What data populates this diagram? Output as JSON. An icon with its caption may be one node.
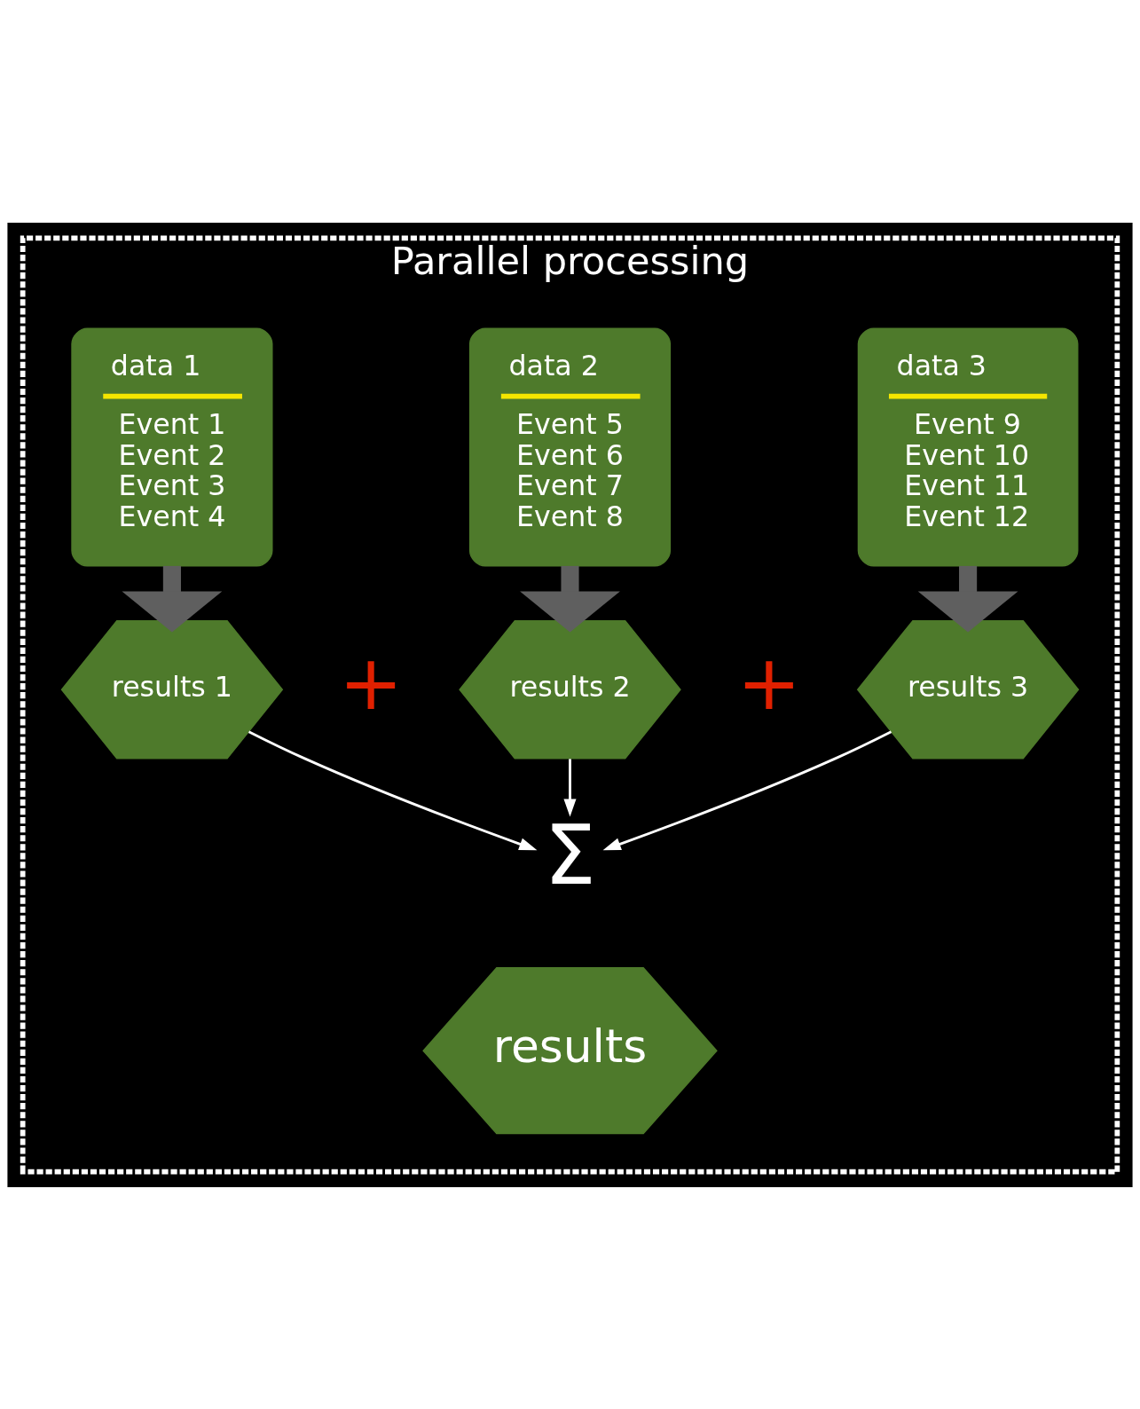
{
  "diagram": {
    "nodes": [
      {
        "text": [
          "Parallel processing"
        ]
      },
      {
        "text": [
          "data 1",
          "Event 1",
          "Event 2",
          "Event 3",
          "Event 4"
        ],
        "in": 0
      },
      {
        "text": [
          "data 2",
          "Event 5",
          "Event 6",
          "Event 7",
          "Event 8"
        ],
        "in": 0
      },
      {
        "text": [
          "data 3",
          "Event 9",
          "Event 10",
          "Event 11",
          "Event 12"
        ],
        "in": 0
      },
      {
        "text": [
          "results 1"
        ],
        "in": 0
      },
      {
        "text": [
          "results 2"
        ],
        "in": 0
      },
      {
        "text": [
          "results 3"
        ],
        "in": 0
      },
      {
        "text": [
          "Σ"
        ],
        "in": 0
      },
      {
        "text": [
          "results"
        ],
        "in": 0
      }
    ],
    "edges": [
      {
        "from": 1,
        "to": 4,
        "arrow": "to",
        "style": "thick",
        "color": "#5f5f5f"
      },
      {
        "from": 2,
        "to": 5,
        "arrow": "to",
        "style": "thick",
        "color": "#5f5f5f"
      },
      {
        "from": 3,
        "to": 6,
        "arrow": "to",
        "style": "thick",
        "color": "#5f5f5f"
      },
      {
        "from": 4,
        "to": 7,
        "arrow": "to",
        "color": "#ffffff"
      },
      {
        "from": 5,
        "to": 7,
        "arrow": "to",
        "color": "#ffffff"
      },
      {
        "from": 6,
        "to": 7,
        "arrow": "to",
        "color": "#ffffff"
      }
    ],
    "labels": [
      "+",
      "+"
    ]
  }
}
